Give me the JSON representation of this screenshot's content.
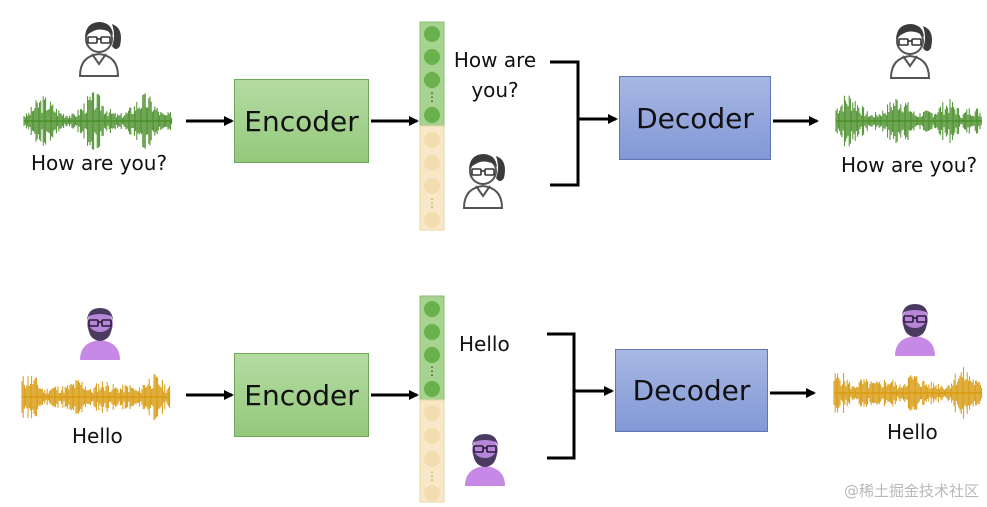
{
  "row1": {
    "encoder": "Encoder",
    "decoder": "Decoder",
    "input_text": "How are you?",
    "content_text": "How are\nyou?",
    "output_text": "How are you?",
    "wave_color": "#4a8f2a",
    "speaker_hair": "#3b3b3b"
  },
  "row2": {
    "encoder": "Encoder",
    "decoder": "Decoder",
    "input_text": "Hello",
    "content_text": "Hello",
    "output_text": "Hello",
    "wave_color": "#d99a0e",
    "speaker_hair": "#4b3a60"
  },
  "colors": {
    "encoder_fill": "#a6d38f",
    "decoder_fill": "#95a8dd",
    "content_dot": "#6ab04c",
    "speaker_dot": "#f3ddb0",
    "avatar_purple": "#c68ae6"
  },
  "watermark": "@稀土掘金技术社区"
}
